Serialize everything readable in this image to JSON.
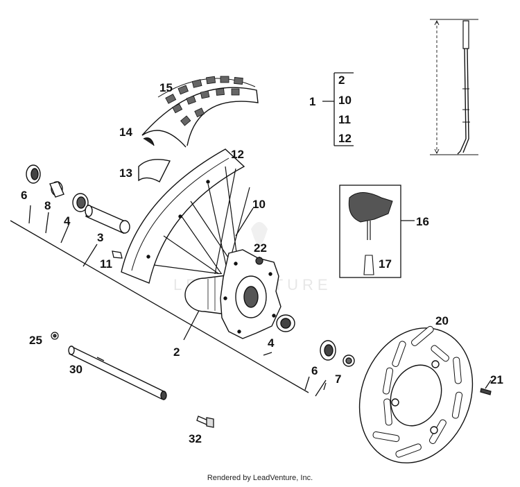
{
  "callouts": {
    "c1": "1",
    "c2": "2",
    "c2b": "2",
    "c3": "3",
    "c4": "4",
    "c4b": "4",
    "c6": "6",
    "c6b": "6",
    "c7": "7",
    "c8": "8",
    "c10": "10",
    "c10b": "10",
    "c11": "11",
    "c11b": "11",
    "c12": "12",
    "c12b": "12",
    "c13": "13",
    "c14": "14",
    "c15": "15",
    "c16": "16",
    "c17": "17",
    "c20": "20",
    "c21": "21",
    "c22": "22",
    "c25": "25",
    "c30": "30",
    "c32": "32"
  },
  "watermark": "LEADVENTURE",
  "footer": "Rendered by LeadVenture, Inc."
}
